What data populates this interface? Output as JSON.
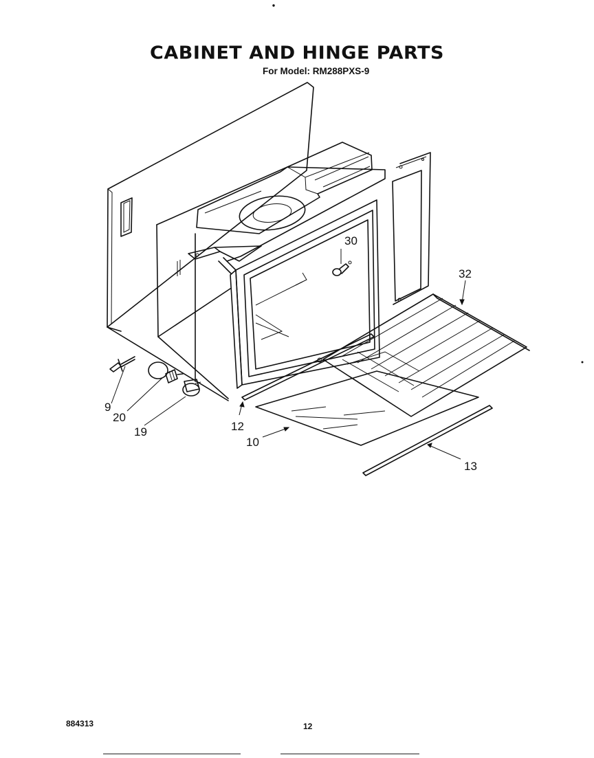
{
  "header": {
    "title": "CABINET AND HINGE PARTS",
    "subtitle": "For Model: RM288PXS-9"
  },
  "callouts": [
    {
      "id": "30",
      "label": "30"
    },
    {
      "id": "32",
      "label": "32"
    },
    {
      "id": "9",
      "label": "9"
    },
    {
      "id": "20",
      "label": "20"
    },
    {
      "id": "19",
      "label": "19"
    },
    {
      "id": "12",
      "label": "12"
    },
    {
      "id": "10",
      "label": "10"
    },
    {
      "id": "13",
      "label": "13"
    }
  ],
  "footer": {
    "code": "884313",
    "page": "12"
  }
}
